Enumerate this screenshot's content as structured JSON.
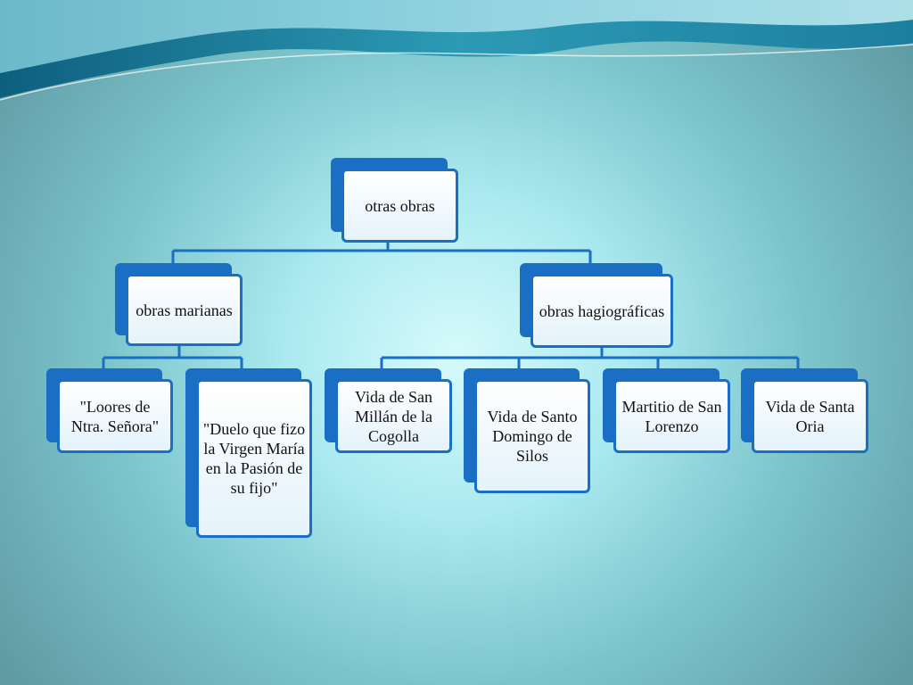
{
  "colors": {
    "node_border": "#1a6fc4",
    "connector": "#1a6fc4",
    "wave_dark": "#1f6f8c",
    "wave_light": "#8fd3e0"
  },
  "diagram": {
    "root": {
      "label": "otras obras"
    },
    "branches": [
      {
        "label": "obras marianas",
        "children": [
          {
            "label": "\"Loores de Ntra. Señora\""
          },
          {
            "label": "\"Duelo que fizo la Virgen María en la Pasión de  su fijo\""
          }
        ]
      },
      {
        "label": "obras hagiográficas",
        "children": [
          {
            "label": "Vida de San Millán de la Cogolla"
          },
          {
            "label": "Vida de Santo Domingo de Silos"
          },
          {
            "label": "Martitio de San Lorenzo"
          },
          {
            "label": "Vida de Santa Oria"
          }
        ]
      }
    ]
  }
}
